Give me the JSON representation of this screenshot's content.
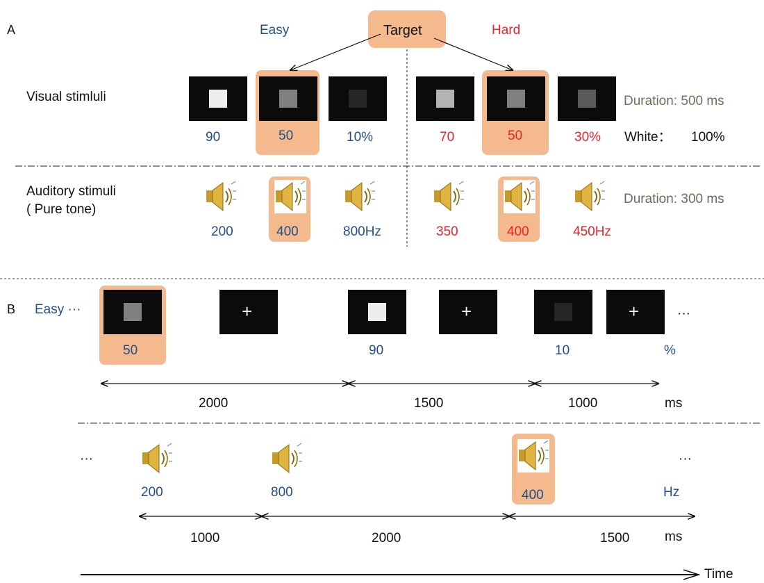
{
  "panel_labels": {
    "a": "A",
    "b": "B"
  },
  "panel_a": {
    "target_label": "Target",
    "easy_label": "Easy",
    "hard_label": "Hard",
    "visual_label": "Visual stimluli",
    "visual_easy_values": [
      "90",
      "50",
      "10%"
    ],
    "visual_hard_values": [
      "70",
      "50",
      "30%"
    ],
    "visual_duration": "Duration: 500 ms",
    "white_label": "White：",
    "white_value": "100%",
    "auditory_label_line1": "Auditory stimuli",
    "auditory_label_line2": "( Pure tone)",
    "auditory_easy_values": [
      "200",
      "400",
      "800Hz"
    ],
    "auditory_hard_values": [
      "350",
      "400",
      "450Hz"
    ],
    "auditory_duration": "Duration: 300 ms"
  },
  "panel_b": {
    "easy_label": "Easy ···",
    "visual_values": [
      "50",
      "90",
      "10",
      "%"
    ],
    "visual_ellipsis": "···",
    "visual_intervals": [
      "2000",
      "1500",
      "1000"
    ],
    "visual_unit": "ms",
    "audio_lead_ellipsis": "···",
    "audio_values": [
      "200",
      "800",
      "400",
      "Hz"
    ],
    "audio_trail_ellipsis": "···",
    "audio_intervals": [
      "1000",
      "2000",
      "1500"
    ],
    "audio_unit": "ms",
    "time_label": "Time"
  },
  "colors": {
    "easy": "#1f4e8c",
    "hard": "#e8232a",
    "highlight": "#f4b98c",
    "screen": "#0b0b0b"
  }
}
